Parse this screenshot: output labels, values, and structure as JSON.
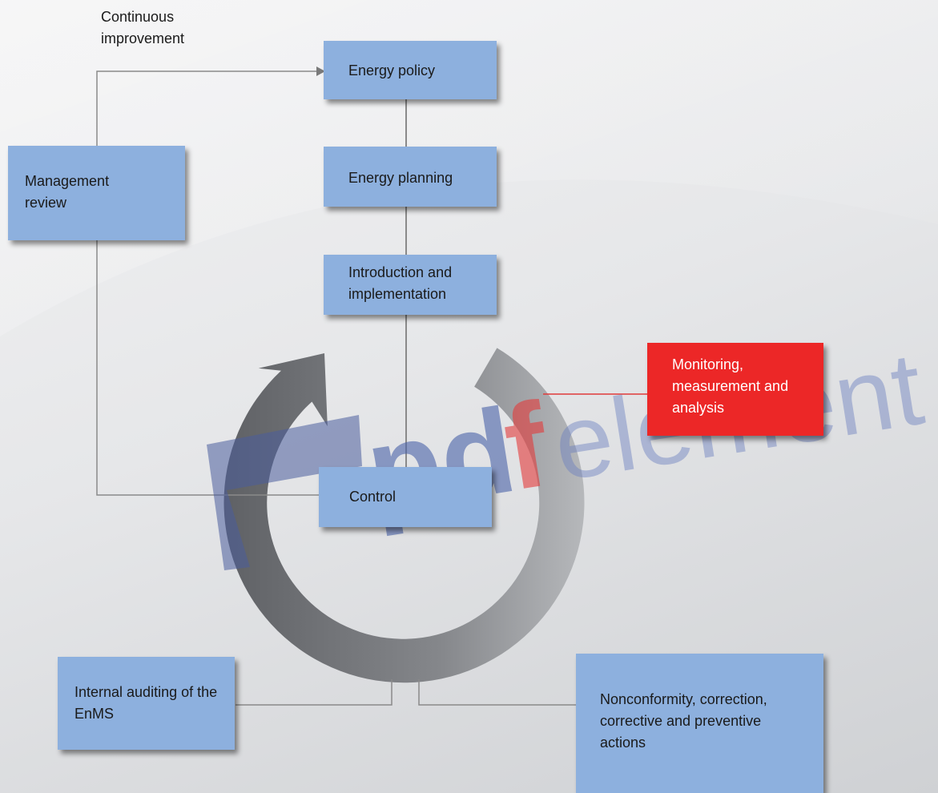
{
  "diagram": {
    "continuous_improvement_label": "Continuous improvement",
    "boxes": {
      "energy_policy": "Energy policy",
      "energy_planning": "Energy planning",
      "introduction_implementation": "Introduction and implementation",
      "control": "Control",
      "management_review": "Management review",
      "monitoring": "Monitoring, measurement and analysis",
      "internal_auditing": "Internal auditing of the EnMS",
      "nonconformity": "Nonconformity, correction, corrective and preventive actions"
    }
  },
  "watermark": {
    "text_pd": "pd",
    "text_f": "f",
    "text_element": "element"
  },
  "colors": {
    "box_blue": "#8db0de",
    "box_red": "#ec2727",
    "arrow_gray": "#7e8084",
    "connector": "#8a8a8a"
  }
}
